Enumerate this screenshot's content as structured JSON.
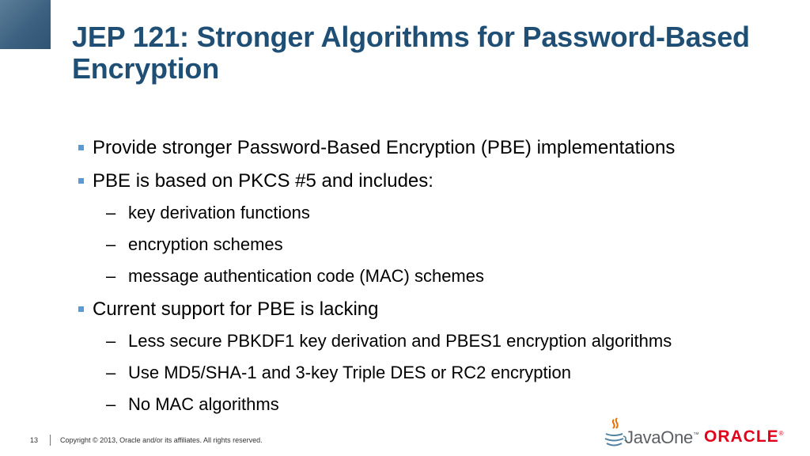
{
  "slide": {
    "title": "JEP 121: Stronger Algorithms for Password-Based Encryption",
    "bullets": [
      {
        "level": 1,
        "text": "Provide stronger Password-Based Encryption (PBE) implementations"
      },
      {
        "level": 1,
        "text": "PBE is based on PKCS #5 and includes:"
      },
      {
        "level": 2,
        "text": "key derivation functions"
      },
      {
        "level": 2,
        "text": "encryption schemes"
      },
      {
        "level": 2,
        "text": "message authentication code (MAC) schemes"
      },
      {
        "level": 1,
        "text": "Current support for PBE is lacking"
      },
      {
        "level": 2,
        "text": "Less secure PBKDF1 key derivation and PBES1 encryption algorithms"
      },
      {
        "level": 2,
        "text": "Use MD5/SHA-1 and 3-key Triple DES or RC2 encryption"
      },
      {
        "level": 2,
        "text": "No MAC algorithms"
      }
    ],
    "sub_bullet_marker": "–"
  },
  "footer": {
    "page_number": "13",
    "copyright": "Copyright © 2013, Oracle and/or its affiliates. All rights reserved."
  },
  "logos": {
    "javaone": "JavaOne",
    "javaone_mark": "™",
    "oracle": "ORACLE",
    "oracle_mark": "®"
  },
  "colors": {
    "title": "#1f4f75",
    "bullet_square": "#5b9bd5",
    "oracle_red": "#e3001b",
    "corner_block": "#3c6180"
  }
}
